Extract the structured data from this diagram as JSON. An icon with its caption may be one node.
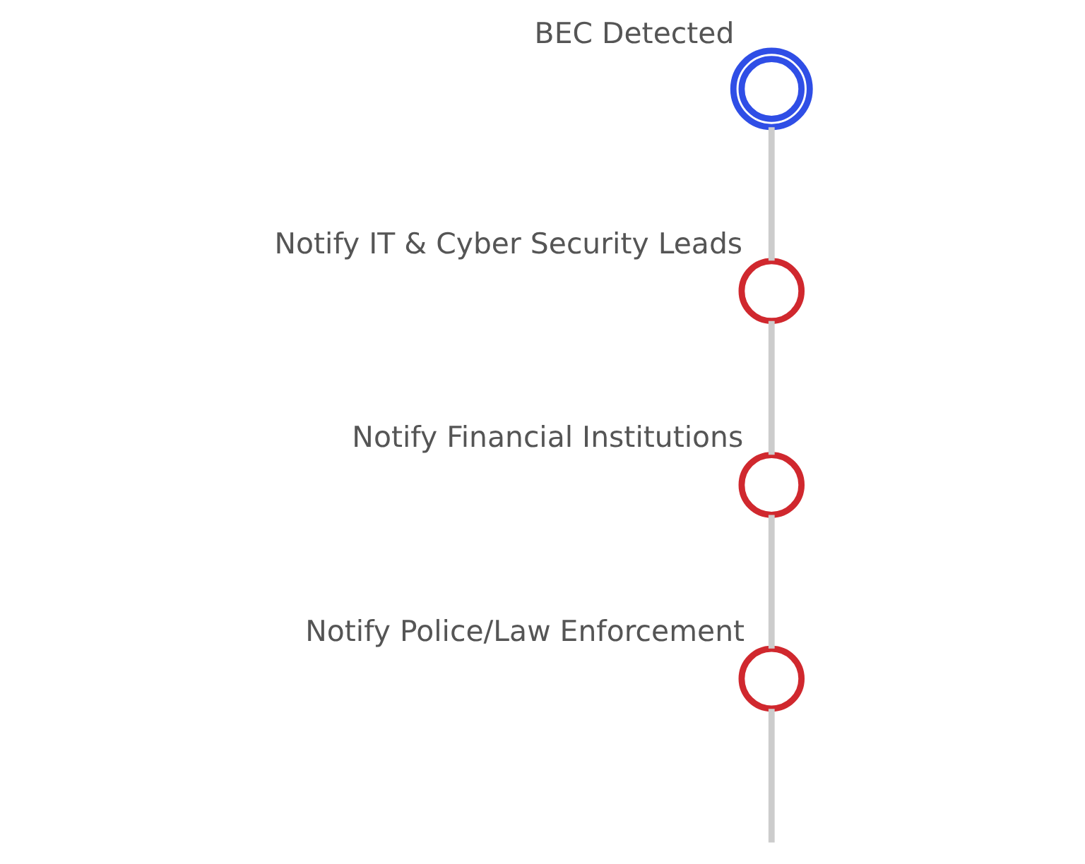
{
  "diagram": {
    "nodes": [
      {
        "text": [],
        "shape": "circle",
        "beside": [
          "BEC Detected"
        ]
      },
      {
        "text": [],
        "shape": "circle",
        "beside": [
          "Notify IT & Cyber Security Leads"
        ]
      },
      {
        "text": [],
        "shape": "circle",
        "beside": [
          "Notify Financial Institutions"
        ]
      },
      {
        "text": [],
        "shape": "circle",
        "beside": [
          "Notify Police/Law Enforcement"
        ]
      }
    ],
    "edges": [
      {
        "from": 0,
        "to": 1,
        "arrow": "none"
      },
      {
        "from": 1,
        "to": 2,
        "arrow": "none"
      },
      {
        "from": 2,
        "to": 3,
        "arrow": "none"
      },
      {
        "from": 3,
        "to": null,
        "arrow": "none"
      }
    ]
  }
}
